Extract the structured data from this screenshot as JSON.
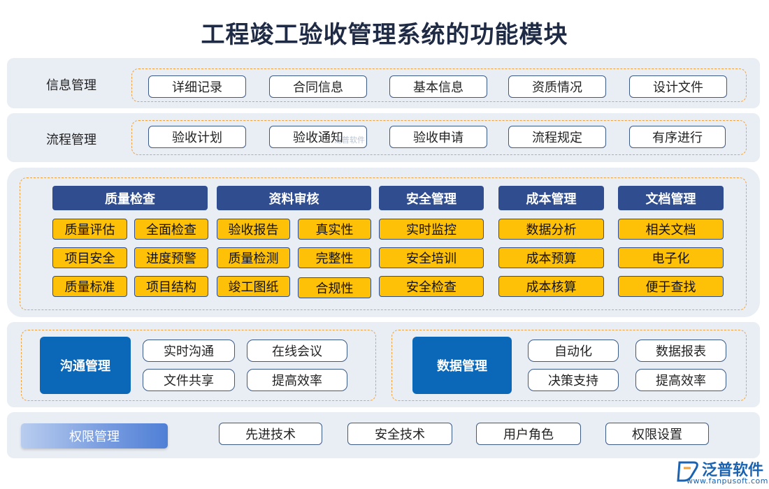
{
  "title": "工程竣工验收管理系统的功能模块",
  "colors": {
    "navy": "#2f4d8f",
    "yellow": "#ffc107",
    "blue": "#0b68b8",
    "dash": "#f2a23a",
    "band": "#e9edf4"
  },
  "info": {
    "label": "信息管理",
    "items": [
      "详细记录",
      "合同信息",
      "基本信息",
      "资质情况",
      "设计文件"
    ]
  },
  "process": {
    "label": "流程管理",
    "items": [
      "验收计划",
      "验收通知",
      "验收申请",
      "流程规定",
      "有序进行"
    ]
  },
  "modules": [
    {
      "header": "质量检查",
      "cells": [
        "质量评估",
        "全面检查",
        "项目安全",
        "进度预警",
        "质量标准",
        "项目结构"
      ]
    },
    {
      "header": "资料审核",
      "cells": [
        "验收报告",
        "真实性",
        "质量检测",
        "完整性",
        "竣工图纸",
        "合规性"
      ]
    },
    {
      "header": "安全管理",
      "cells": [
        "实时监控",
        "安全培训",
        "安全检查"
      ]
    },
    {
      "header": "成本管理",
      "cells": [
        "数据分析",
        "成本预算",
        "成本核算"
      ]
    },
    {
      "header": "文档管理",
      "cells": [
        "相关文档",
        "电子化",
        "便于查找"
      ]
    }
  ],
  "comm": {
    "label": "沟通管理",
    "items": [
      "实时沟通",
      "在线会议",
      "文件共享",
      "提高效率"
    ]
  },
  "data_mgmt": {
    "label": "数据管理",
    "items": [
      "自动化",
      "数据报表",
      "决策支持",
      "提高效率"
    ]
  },
  "perm": {
    "label": "权限管理",
    "items": [
      "先进技术",
      "安全技术",
      "用户角色",
      "权限设置"
    ]
  },
  "watermark": "泛普软件",
  "logo": {
    "name": "泛普软件",
    "url": "www.fanpusoft.com",
    "icon": "fanpu-logo-icon"
  }
}
